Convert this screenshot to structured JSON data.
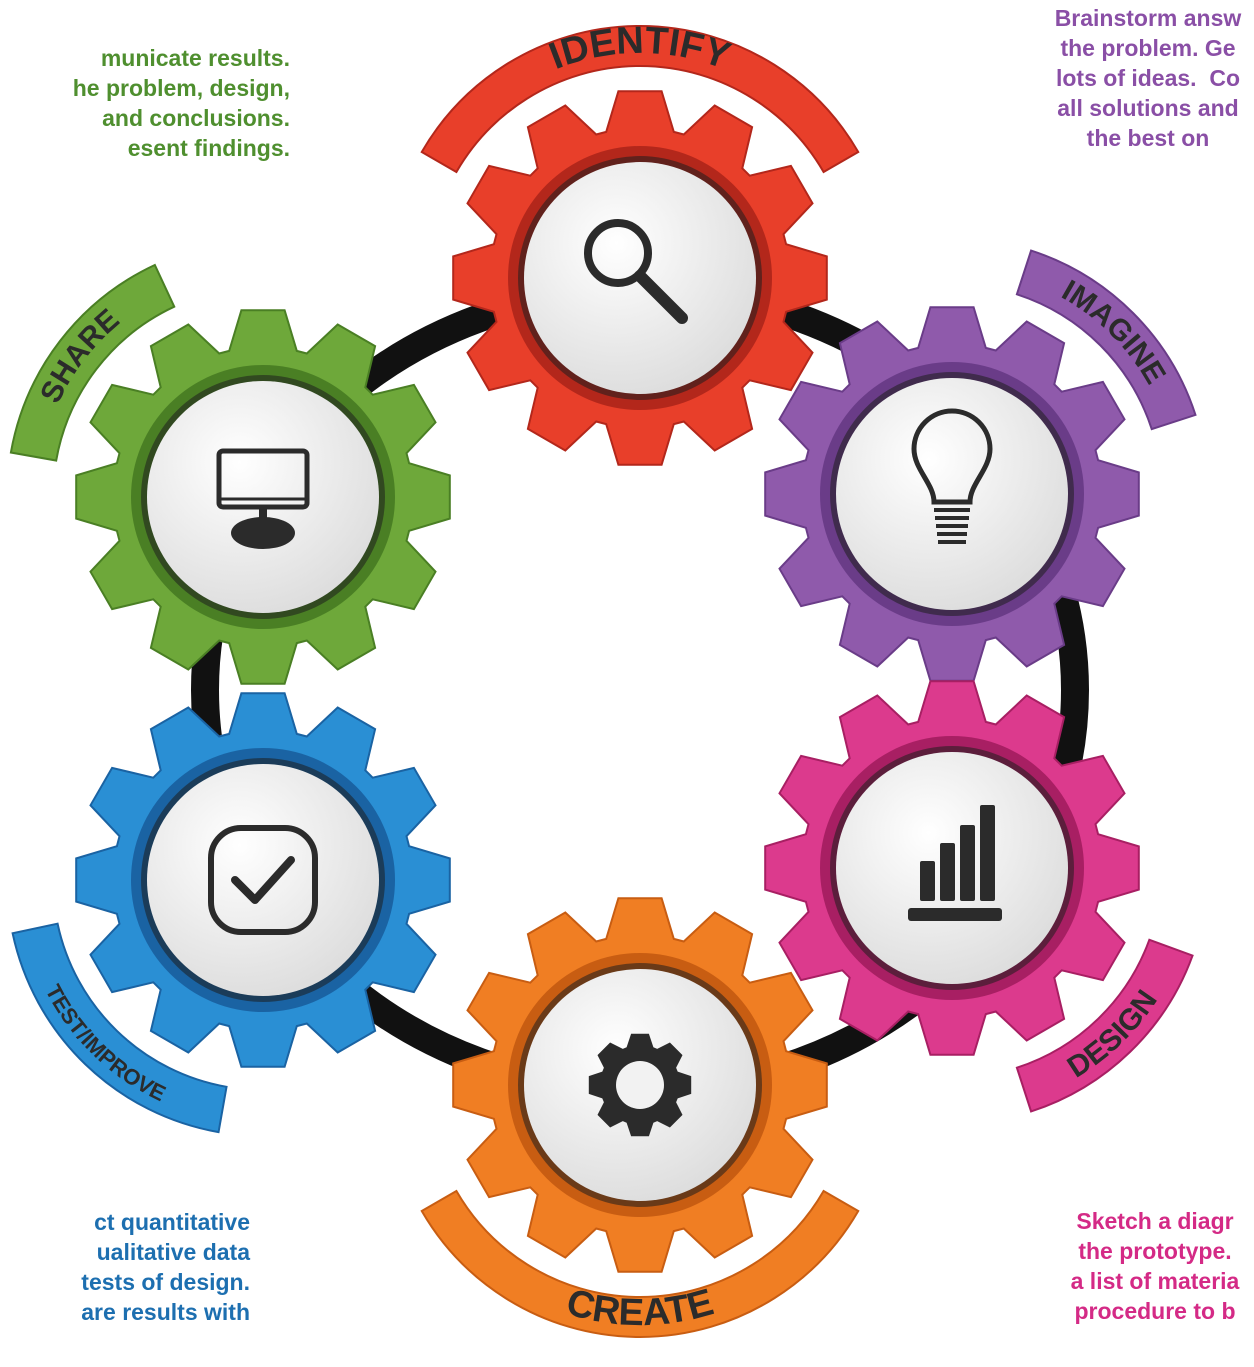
{
  "stages": [
    {
      "id": "identify",
      "label": "IDENTIFY",
      "color": "#e83f2a",
      "dark": "#b3271b",
      "icon": "magnifier-icon"
    },
    {
      "id": "imagine",
      "label": "IMAGINE",
      "color": "#8f5aab",
      "dark": "#6a3c88",
      "icon": "lightbulb-icon"
    },
    {
      "id": "design",
      "label": "DESIGN",
      "color": "#dc3a8d",
      "dark": "#a81f63",
      "icon": "bar-chart-icon"
    },
    {
      "id": "create",
      "label": "CREATE",
      "color": "#f07e23",
      "dark": "#c85d12",
      "icon": "gear-icon"
    },
    {
      "id": "test",
      "label": "TEST/IMPROVE",
      "color": "#2a8fd4",
      "dark": "#1a63a3",
      "icon": "checkbox-icon"
    },
    {
      "id": "share",
      "label": "SHARE",
      "color": "#6ea83a",
      "dark": "#4a7f24",
      "icon": "monitor-icon"
    }
  ],
  "descriptions": {
    "share": {
      "color": "#4f8f2f",
      "text": "municate results.\nhe problem, design,\n and conclusions.\nesent findings."
    },
    "imagine": {
      "color": "#8a4fa6",
      "text": "Brainstorm answ\nthe problem. Ge\nlots of ideas.  Co\nall solutions and\nthe best on"
    },
    "test": {
      "color": "#1d6fb0",
      "text": "ct quantitative\nualitative data\n tests of design.\nare results with"
    },
    "design": {
      "color": "#d42a86",
      "text": "Sketch a diagr\nthe prototype.\na list of materia\nprocedure to b"
    }
  },
  "connector_color": "#111111"
}
